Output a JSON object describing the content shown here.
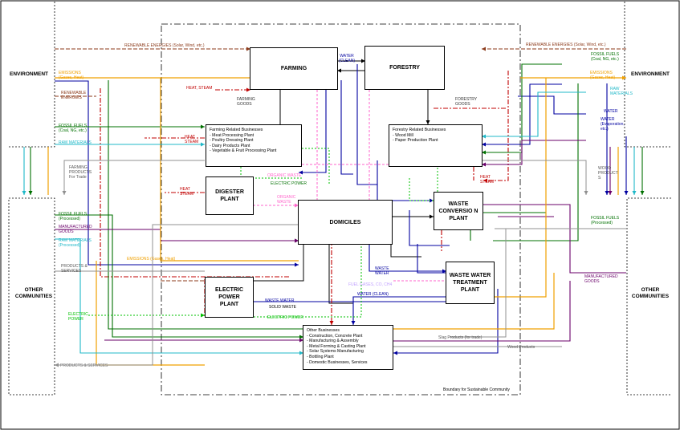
{
  "boxes": {
    "farming": "FARMING",
    "forestry": "FORESTRY",
    "digester": "DIGESTER PLANT",
    "domiciles": "DOMICILES",
    "waste_conversion": "WASTE CONVERSIO N PLANT",
    "wwtp": "WASTE WATER TREATMENT PLANT",
    "electric": "ELECTRIC POWER PLANT",
    "farming_related": {
      "title": "Farming Related Businesses",
      "items": [
        "- Meat Processing Plant",
        "- Poultry Dressing Plant",
        "- Dairy Products Plant",
        "- Vegetable & Fruit Processing Plant"
      ]
    },
    "forestry_related": {
      "title": "Forestry Related Businesses",
      "items": [
        "- Wood Mill",
        "- Paper Production Plant"
      ]
    },
    "other_business": {
      "title": "Other Businesses",
      "items": [
        "- Construction, Concrete Plant",
        "- Manufacturing & Assembly",
        "- Metal Forming & Casting Plant",
        "- Solar Systems Manufacturing",
        "- Bottling Plant",
        "- Domestic Businesses, Services"
      ]
    }
  },
  "regions": {
    "environment_left": "ENVIRONMENT",
    "environment_right": "ENVIRONMENT",
    "other_left": [
      "OTHER",
      "COMMUNITIES"
    ],
    "other_right": [
      "OTHER",
      "COMMUNITIES"
    ],
    "boundary": "Boundary for Sustainable Community"
  },
  "labels": {
    "renew_top_left": "RENEWABLE ENERGIES (Solar, Wind, etc.)",
    "renew_top_right": "RENEWABLE ENERGIES (Solar, Wind, etc.)",
    "water_clean": [
      "WATER",
      "(CLEAN)"
    ],
    "emissions_left": [
      "EMISSIONS",
      "(Gases, Heat)"
    ],
    "renew_left": [
      "RENEWABLE",
      "ENERGIES"
    ],
    "heat_steam_top": "HEAT, STEAM",
    "farming_goods": [
      "FARMING",
      "GOODS"
    ],
    "forestry_goods": [
      "FORESTRY",
      "GOODS"
    ],
    "fossil_left": [
      "FOSSIL FUELS",
      "(Coal, NG, etc.)"
    ],
    "raw_left": "RAW MATERIALS",
    "heat_steam_1": [
      "HEAT",
      "STEAM"
    ],
    "heat_steam_2": [
      "HEAT",
      "STEAM"
    ],
    "heat_steam_3": [
      "HEAT",
      "STEAM"
    ],
    "farming_products": [
      "FARMING",
      "PRODUCTS",
      "For Trade"
    ],
    "organic_waste_1": "ORGANIC WASTE",
    "electric_power_1": "ELECTRIC POWER",
    "organic_waste_2": [
      "ORGANIC",
      "WASTE"
    ],
    "fossil_left2": [
      "FOSSIL FUELS",
      "(Processed)"
    ],
    "manufactured_left": [
      "MANUFACTURED",
      "GOODS"
    ],
    "raw_left2": [
      "RAW MATERIALS",
      "(Processed)"
    ],
    "products_services_left": [
      "PRODUCTS &",
      "SERVICES"
    ],
    "emissions_mid": "EMISSIONS (Gases, Heat)",
    "electric_power_left": [
      "ELECTRIC",
      "POWER"
    ],
    "products_services_bottom": "PRODUCTS & SERVICES",
    "fossil_right_top": [
      "FOSSIL FUELS",
      "(Coal, NG, etc.)"
    ],
    "emissions_right": [
      "EMISSIONS",
      "(Gases, Heat)"
    ],
    "raw_right": [
      "RAW",
      "MATERIALS"
    ],
    "water_right": [
      "WATER"
    ],
    "water_evap": [
      "WATER",
      "(Evaporation,",
      "etc.)"
    ],
    "wood_products_right": [
      "WOOD",
      "PRODUCT",
      "S"
    ],
    "fossil_right2": [
      "FOSSIL FUELS",
      "(Processed)"
    ],
    "manufactured_right": [
      "MANUFACTURED",
      "GOODS"
    ],
    "waste_water_1": [
      "WASTE",
      "WATER"
    ],
    "fuel_gases": "FUEL GASES, CO, CH4",
    "water_clean_2": "WATER (CLEAN)",
    "waste_water_2": "WASTE WATER",
    "solid_waste": "SOLID WASTE",
    "electric_power_2": "ELECTRIC POWER",
    "slag_products": "Slag Products (for trade)",
    "wood_products_bottom": "Wood Products"
  },
  "colors": {
    "black": "#000000",
    "blue": "#0000a0",
    "red": "#c00000",
    "green": "#007000",
    "purple": "#6a006a",
    "orange": "#f0a000",
    "teal": "#20b8c8",
    "pink": "#ff66cc",
    "gray": "#909090",
    "brown": "#8b3a1a",
    "lime": "#00c000"
  }
}
